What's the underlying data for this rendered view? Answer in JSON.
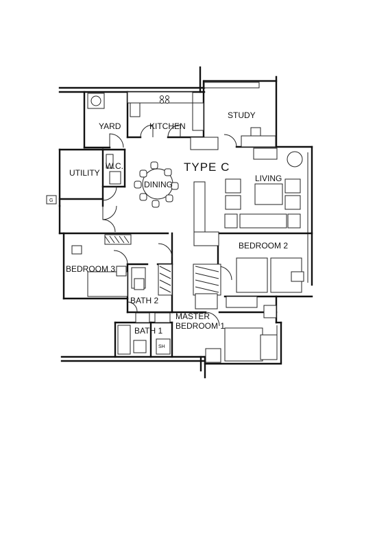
{
  "plan": {
    "type_label": "TYPE C",
    "rooms": {
      "study": "STUDY",
      "yard": "YARD",
      "kitchen": "KITCHEN",
      "utility": "UTILITY",
      "wc": "W.C.",
      "dining": "DINING",
      "living": "LIVING",
      "bedroom2": "BEDROOM 2",
      "bedroom3": "BEDROOM 3",
      "bath2": "BATH 2",
      "master_line1": "MASTER",
      "master_line2": "BEDROOM 1",
      "bath1": "BATH 1"
    },
    "marks": {
      "gas": "G",
      "shower": "SH"
    }
  }
}
